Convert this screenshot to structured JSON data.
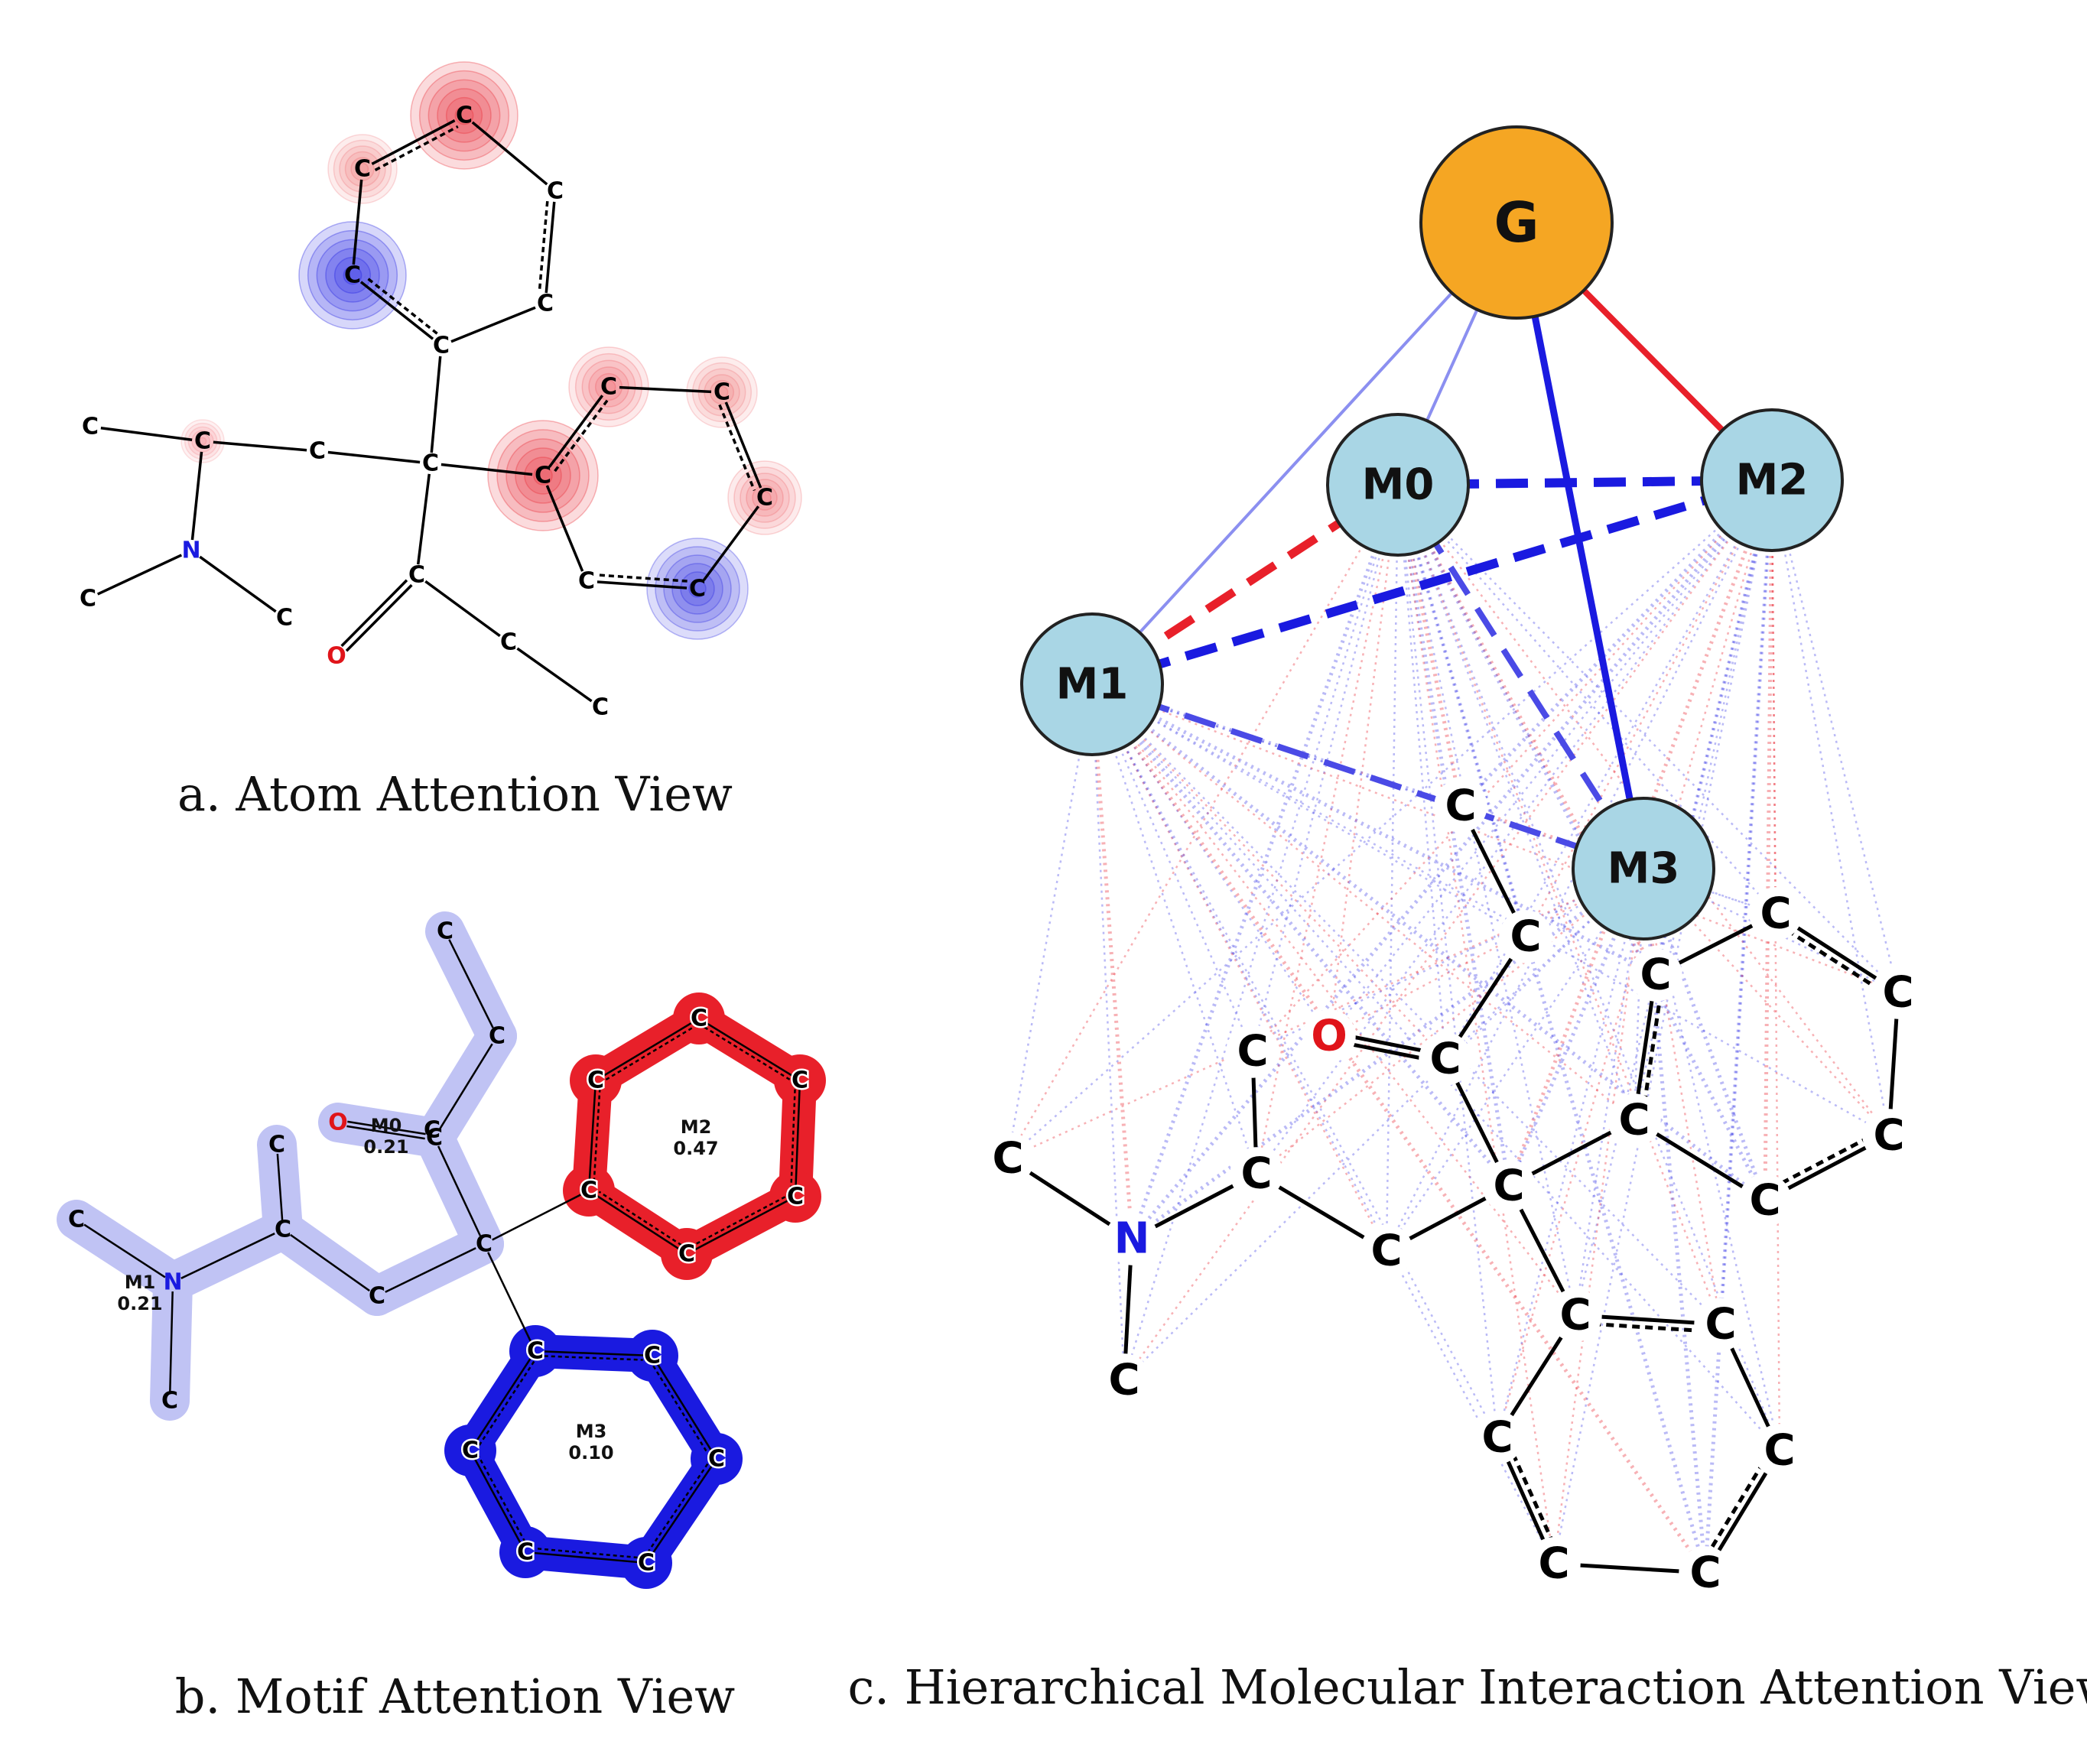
{
  "captions": {
    "a": "a. Atom Attention View",
    "b": "b. Motif Attention View",
    "c": "c. Hierarchical Molecular Interaction Attention View"
  },
  "atom_labels": {
    "carbon": "C",
    "nitrogen": "N",
    "oxygen": "O"
  },
  "colors": {
    "positive_attention": "#e8202a",
    "negative_attention": "#1a1ae0",
    "light_motif": "#c0c3f4",
    "node_fill": "#a9d6e5",
    "global_node": "#f5a623",
    "nitrogen": "#1a1ae0",
    "oxygen": "#e0141a"
  },
  "motifs": [
    {
      "id": "M0",
      "name": "M0",
      "value": "0.21"
    },
    {
      "id": "M1",
      "name": "M1",
      "value": "0.21"
    },
    {
      "id": "M2",
      "name": "M2",
      "value": "0.47"
    },
    {
      "id": "M3",
      "name": "M3",
      "value": "0.10"
    }
  ],
  "hierarchy_nodes": [
    {
      "id": "G",
      "label": "G"
    },
    {
      "id": "M0",
      "label": "M0"
    },
    {
      "id": "M1",
      "label": "M1"
    },
    {
      "id": "M2",
      "label": "M2"
    },
    {
      "id": "M3",
      "label": "M3"
    }
  ]
}
